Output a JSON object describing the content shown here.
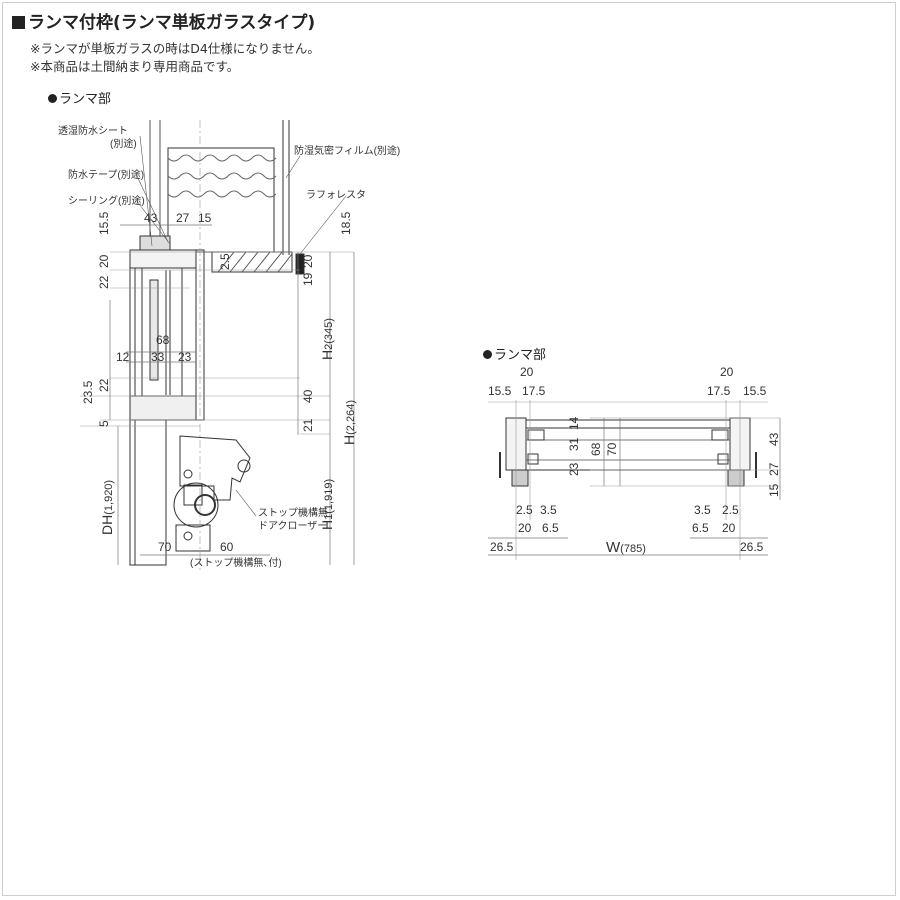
{
  "header": {
    "title": "ランマ付枠(ランマ単板ガラスタイプ)",
    "note1": "※ランマが単板ガラスの時はD4仕様になりません。",
    "note2": "※本商品は土間納まり専用商品です。"
  },
  "left_section": {
    "label": "ランマ部",
    "callouts": {
      "sheet": "透湿防水シート",
      "sheet_sub": "(別途)",
      "tape": "防水テープ(別途)",
      "sealing": "シーリング(別途)",
      "film": "防湿気密フィルム(別途)",
      "rafore": "ラフォレスタ",
      "stop": "ストップ機構無",
      "closer": "ドアクローザー",
      "stop_note": "(ストップ機構無､付)"
    },
    "dims": {
      "d43": "43",
      "d27": "27",
      "d15": "15",
      "d185": "18.5",
      "d155": "15.5",
      "d20a": "20",
      "d22a": "22",
      "d25": "2.5",
      "d19": "19",
      "d20b": "20",
      "d68": "68",
      "d12": "12",
      "d33": "33",
      "d23": "23",
      "d22b": "22",
      "d235": "23.5",
      "d40": "40",
      "d5": "5",
      "d21": "21",
      "d70": "70",
      "d60": "60",
      "h2": "H",
      "h2_sub": "2",
      "h2_val": "(345)",
      "h": "H",
      "h_val": "(2,264)",
      "h1": "H",
      "h1_sub": "1",
      "h1_val": "(1,919)",
      "dh": "DH",
      "dh_val": "(1,920)"
    }
  },
  "right_section": {
    "label": "ランマ部",
    "dims": {
      "l20": "20",
      "l155": "15.5",
      "l175": "17.5",
      "r20": "20",
      "r175": "17.5",
      "r155": "15.5",
      "c14": "14",
      "c31": "31",
      "c23": "23",
      "c68": "68",
      "c70": "70",
      "r43": "43",
      "r27": "27",
      "r15": "15",
      "l25": "2.5",
      "l35": "3.5",
      "l20b": "20",
      "l65": "6.5",
      "r35": "3.5",
      "r25": "2.5",
      "r65": "6.5",
      "r20b": "20",
      "l265": "26.5",
      "w": "W",
      "w_val": "(785)",
      "r265": "26.5"
    }
  }
}
